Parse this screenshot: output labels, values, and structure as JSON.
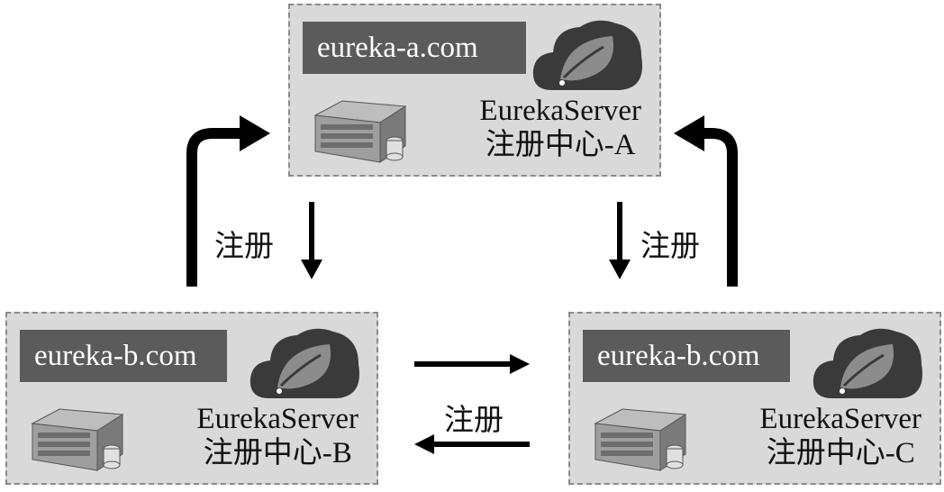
{
  "nodes": {
    "a": {
      "host": "eureka-a.com",
      "server": "EurekaServer",
      "name": "注册中心-A"
    },
    "b": {
      "host": "eureka-b.com",
      "server": "EurekaServer",
      "name": "注册中心-B"
    },
    "c": {
      "host": "eureka-b.com",
      "server": "EurekaServer",
      "name": "注册中心-C"
    }
  },
  "labels": {
    "left": "注册",
    "right": "注册",
    "center": "注册"
  },
  "colors": {
    "node_fill": "#d9d9d9",
    "host_fill": "#5b5b5b",
    "cloud": "#3a3a3a",
    "arrow": "#000000"
  },
  "icons": [
    "spring-leaf-cloud-icon",
    "server-icon"
  ]
}
